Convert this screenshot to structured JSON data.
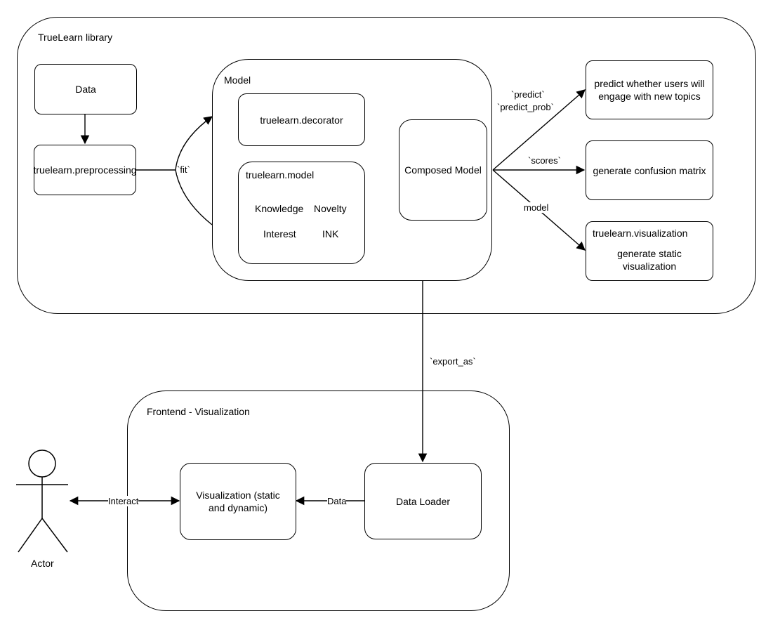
{
  "containers": {
    "library": "TrueLearn library",
    "model": "Model",
    "frontend": "Frontend - Visualization"
  },
  "nodes": {
    "data": "Data",
    "preprocessing": "truelearn.preprocessing",
    "decorator": "truelearn.decorator",
    "model_pkg": {
      "title": "truelearn.model",
      "items": [
        "Knowledge",
        "Novelty",
        "Interest",
        "INK"
      ]
    },
    "composed": "Composed Model",
    "predict": "predict whether users will engage with new topics",
    "confusion": "generate confusion matrix",
    "visualization_pkg": {
      "title": "truelearn.visualization",
      "body": "generate static visualization"
    },
    "frontend_vis": "Visualization (static and dynamic)",
    "loader": "Data Loader",
    "actor": "Actor"
  },
  "edges": {
    "fit": "`fit`",
    "predict_1": "`predict`",
    "predict_2": "`predict_prob`",
    "scores": "`scores`",
    "model": "model",
    "export": "`export_as`",
    "data": "Data",
    "interact": "Interact"
  }
}
